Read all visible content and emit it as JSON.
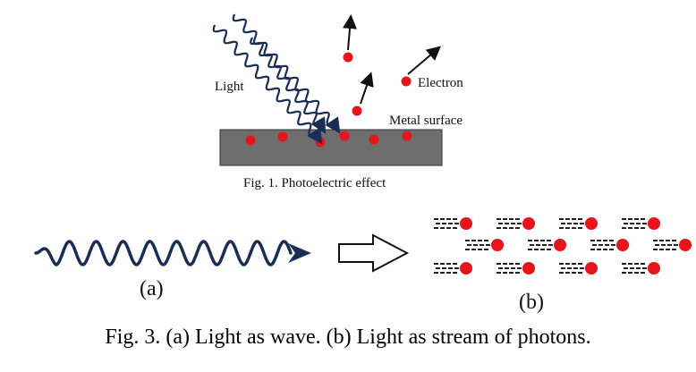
{
  "figure1": {
    "labels": {
      "light": "Light",
      "electron": "Electron",
      "metal_surface": "Metal surface"
    },
    "caption": "Fig. 1. Photoelectric effect"
  },
  "figure3": {
    "label_a": "(a)",
    "label_b": "(b)",
    "caption": "Fig. 3. (a) Light as wave. (b) Light as stream of photons."
  },
  "colors": {
    "wave": "#1a2e55",
    "electron": "#e8141b",
    "metal": "#6e6e6e",
    "arrow": "#111111"
  }
}
